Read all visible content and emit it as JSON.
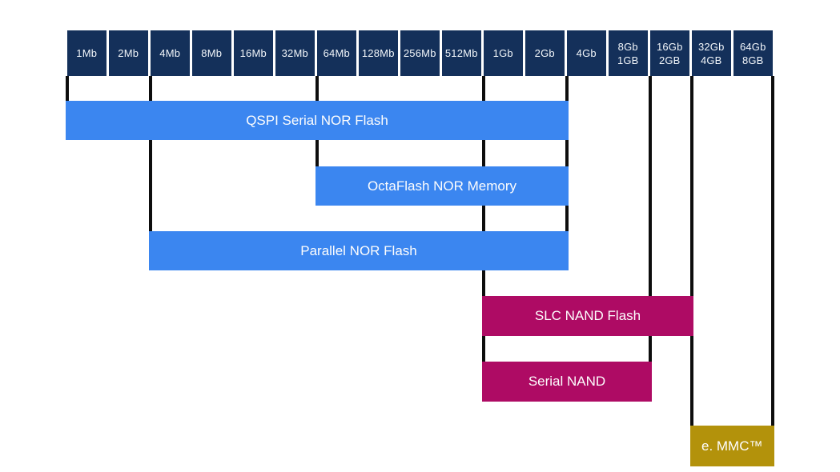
{
  "diagram": {
    "description_visible_text_only": true,
    "colors": {
      "background": "#ffffff",
      "density_box": "#14305a",
      "density_box_text": "#f2f6fa",
      "nor_blue": "#3b86f0",
      "nand_magenta": "#ae0b64",
      "emmc_gold": "#b3920b",
      "connector_line": "#0d0d0d",
      "bar_text": "#fdfdfd"
    },
    "densities": [
      {
        "label": "1Mb"
      },
      {
        "label": "2Mb"
      },
      {
        "label": "4Mb"
      },
      {
        "label": "8Mb"
      },
      {
        "label": "16Mb"
      },
      {
        "label": "32Mb"
      },
      {
        "label": "64Mb"
      },
      {
        "label": "128Mb"
      },
      {
        "label": "256Mb"
      },
      {
        "label": "512Mb"
      },
      {
        "label": "1Gb"
      },
      {
        "label": "2Gb"
      },
      {
        "label": "4Gb"
      },
      {
        "label": "8Gb",
        "sublabel": "1GB"
      },
      {
        "label": "16Gb",
        "sublabel": "2GB"
      },
      {
        "label": "32Gb",
        "sublabel": "4GB"
      },
      {
        "label": "64Gb",
        "sublabel": "8GB"
      }
    ],
    "products": [
      {
        "id": "qspi",
        "label": "QSPI Serial NOR Flash",
        "from": "1Mb",
        "to": "2Gb",
        "color": "nor_blue"
      },
      {
        "id": "octaflash",
        "label": "OctaFlash NOR Memory",
        "from": "64Mb",
        "to": "2Gb",
        "color": "nor_blue"
      },
      {
        "id": "parallel",
        "label": "Parallel NOR Flash",
        "from": "4Mb",
        "to": "2Gb",
        "color": "nor_blue"
      },
      {
        "id": "slc",
        "label": "SLC NAND Flash",
        "from": "1Gb",
        "to": "16Gb",
        "color": "nand_magenta"
      },
      {
        "id": "serial",
        "label": "Serial NAND",
        "from": "1Gb",
        "to": "8Gb",
        "color": "nand_magenta"
      },
      {
        "id": "emmc",
        "label": "e. MMC™",
        "from": "32Gb",
        "to": "64Gb",
        "color": "emmc_gold"
      }
    ],
    "connectors": [
      {
        "at": "1Mb",
        "side": "left",
        "down_to": "qspi",
        "edge": "top"
      },
      {
        "at": "4Mb",
        "side": "left",
        "down_to": "parallel",
        "edge": "top"
      },
      {
        "at": "64Mb",
        "side": "left",
        "down_to": "octaflash",
        "edge": "top"
      },
      {
        "at": "1Gb",
        "side": "left",
        "down_to": "serial",
        "edge": "top"
      },
      {
        "at": "2Gb",
        "side": "right",
        "down_to": "parallel",
        "edge": "bottom"
      },
      {
        "at": "8Gb",
        "side": "right",
        "down_to": "serial",
        "edge": "top"
      },
      {
        "at": "16Gb",
        "side": "right",
        "down_to": "emmc",
        "edge": "top"
      },
      {
        "at": "64Gb",
        "side": "right",
        "down_to": "emmc",
        "edge": "top"
      }
    ]
  }
}
